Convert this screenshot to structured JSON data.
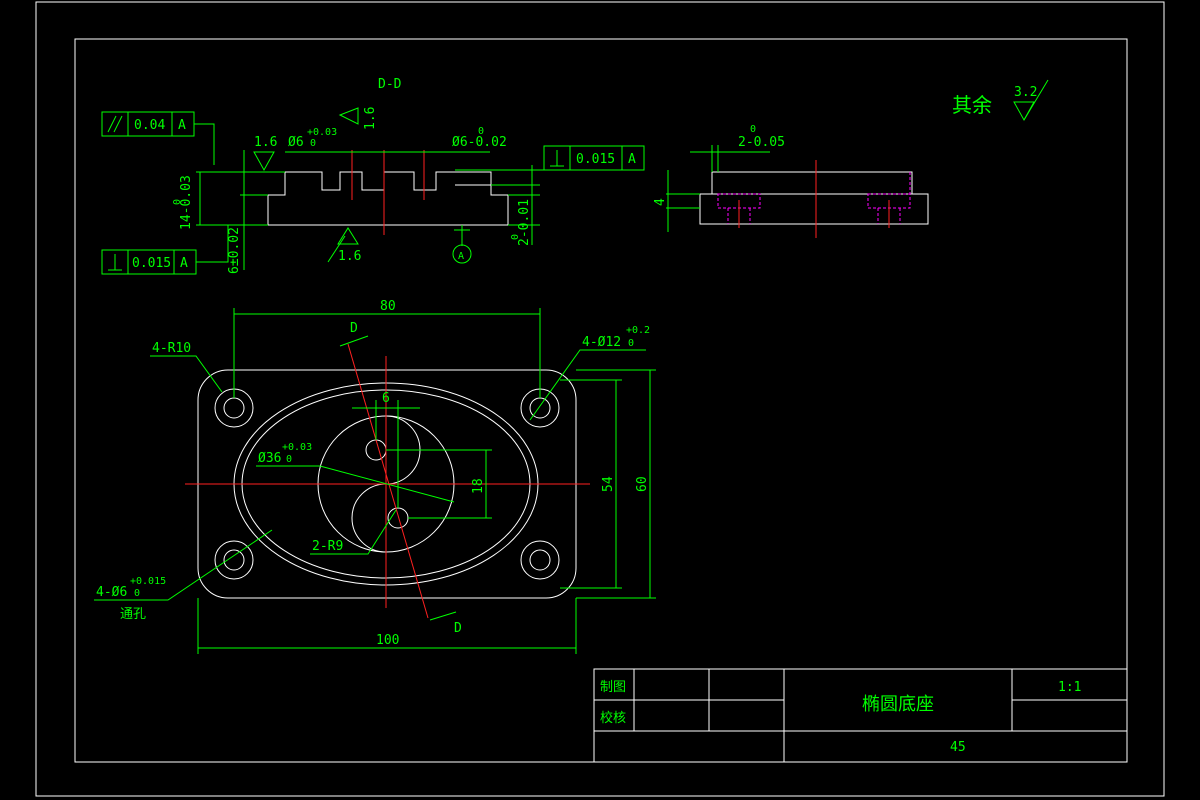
{
  "section_label": "D-D",
  "finish_note": {
    "label": "其余",
    "value": "3.2"
  },
  "roughness": {
    "r1": "1.6",
    "r2": "1.6",
    "r3": "1.6"
  },
  "tolerances": {
    "parallel": {
      "value": "0.04",
      "datum": "A"
    },
    "perp_right": {
      "value": "0.015",
      "datum": "A"
    },
    "perp_left": {
      "value": "0.015",
      "datum": "A"
    }
  },
  "section_dims": {
    "d6_left": "Ø6",
    "d6_left_tol": "+0.03",
    "d6_left_tol0": "0",
    "d6_right": "Ø6-0.02",
    "d6_right_tol0": "0",
    "h14": "14-0.03",
    "h14_tol0": "0",
    "h6": "6±0.02",
    "h2": "2-0.01",
    "h2_tol0": "0",
    "datum": "A"
  },
  "side_dims": {
    "w2": "2-0.05",
    "w2_tol0": "0",
    "h4": "4"
  },
  "plan_dims": {
    "w80": "80",
    "w100": "100",
    "h54": "54",
    "h60": "60",
    "d6": "6",
    "d18": "18",
    "r10": "4-R10",
    "d12": "4-Ø12",
    "d12_tol": "+0.2",
    "d12_tol0": "0",
    "d36": "Ø36",
    "d36_tol": "+0.03",
    "d36_tol0": "0",
    "r9": "2-R9",
    "holes": "4-Ø6",
    "holes_tol": "+0.015",
    "holes_tol0": "0",
    "holes_note": "通孔",
    "section_d_top": "D",
    "section_d_bottom": "D"
  },
  "title_block": {
    "drawn": "制图",
    "checked": "校核",
    "part_name": "椭圆底座",
    "scale": "1:1",
    "material": "45"
  },
  "colors": {
    "outline": "#ffffff",
    "dimension": "#00ff00",
    "centerline": "#ff2020",
    "hidden": "#ff00ff"
  }
}
